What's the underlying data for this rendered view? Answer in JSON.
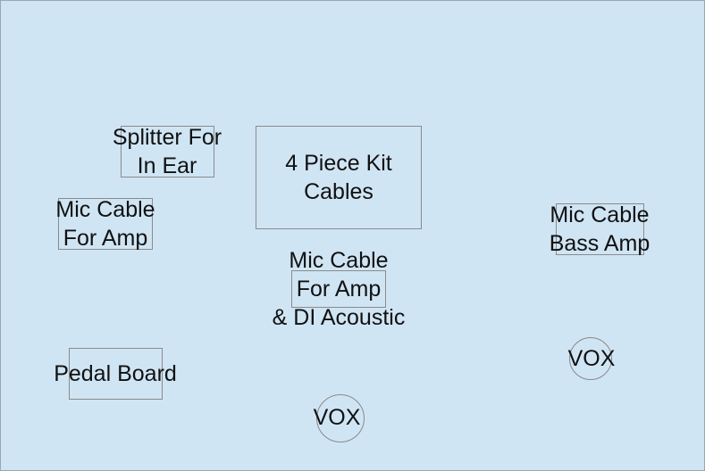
{
  "colors": {
    "background": "#d0e5f4",
    "stroke": "#8a8a8a",
    "text": "#111111"
  },
  "labels": {
    "splitter": [
      "Splitter For",
      "In Ear"
    ],
    "kit_cables": [
      "4 Piece Kit",
      "Cables"
    ],
    "mic_cable_amp_left": [
      "Mic Cable",
      "For Amp"
    ],
    "mic_cable_bass_amp": [
      "Mic Cable",
      "Bass Amp"
    ],
    "mic_cable_amp_di": [
      "Mic Cable",
      "For Amp",
      "& DI Acoustic"
    ],
    "pedal_board": [
      "Pedal Board"
    ],
    "vox_center": [
      "VOX"
    ],
    "vox_right": [
      "VOX"
    ]
  }
}
